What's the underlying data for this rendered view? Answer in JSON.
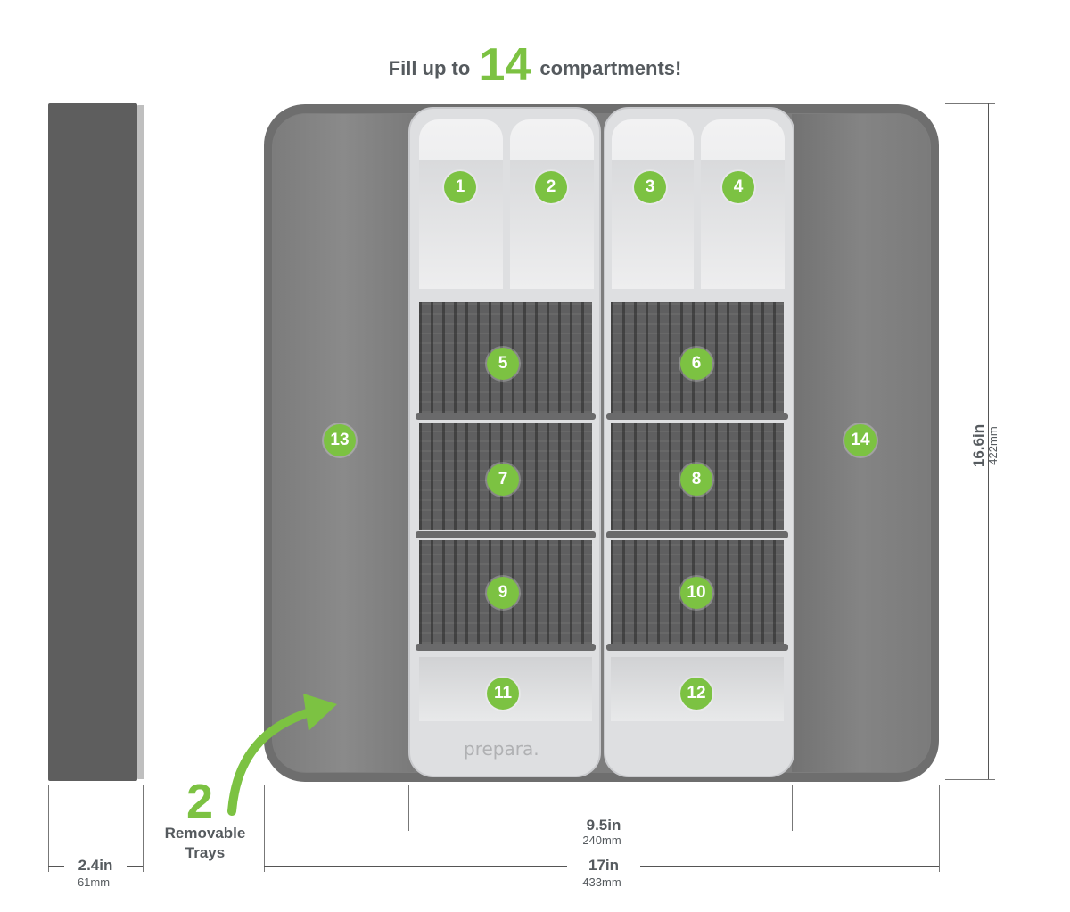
{
  "headline": {
    "before": "Fill up to",
    "number": "14",
    "after": "compartments!"
  },
  "brand": "prepara.",
  "compartments": [
    "1",
    "2",
    "3",
    "4",
    "5",
    "6",
    "7",
    "8",
    "9",
    "10",
    "11",
    "12",
    "13",
    "14"
  ],
  "callout": {
    "number": "2",
    "line1": "Removable",
    "line2": "Trays"
  },
  "dimensions": {
    "depth": {
      "in": "2.4in",
      "mm": "61mm"
    },
    "tray_width": {
      "in": "9.5in",
      "mm": "240mm"
    },
    "total_width": {
      "in": "17in",
      "mm": "433mm"
    },
    "height": {
      "in": "16.6in",
      "mm": "422mm"
    }
  },
  "colors": {
    "accent": "#7cc242",
    "body": "#6e6e6e",
    "tray": "#dedfe1",
    "text": "#555a5e"
  }
}
